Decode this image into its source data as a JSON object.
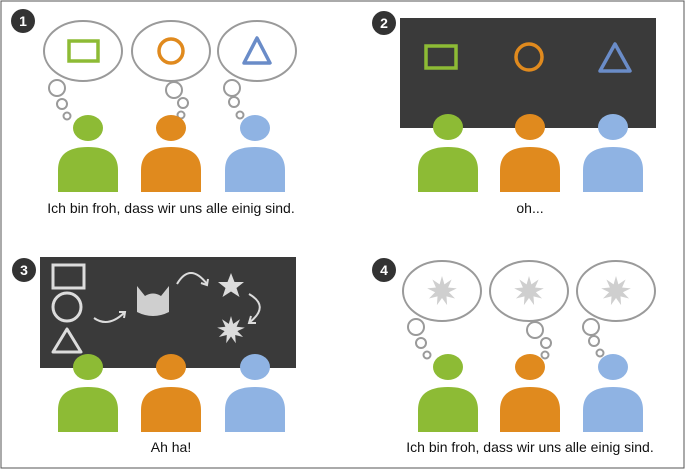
{
  "panels": [
    {
      "number": "1",
      "caption": "Ich bin froh, dass wir uns alle einig sind."
    },
    {
      "number": "2",
      "caption": "oh..."
    },
    {
      "number": "3",
      "caption": "Ah ha!"
    },
    {
      "number": "4",
      "caption": "Ich bin froh, dass wir uns alle einig sind."
    }
  ],
  "colors": {
    "green": "#8dbb35",
    "orange": "#e08a1e",
    "blue": "#8fb3e3",
    "board": "#3a3a3a",
    "bubble_stroke": "#9a9a9a",
    "sketch": "#dcdcdc",
    "badge": "#333333"
  },
  "icons": {
    "shapes": [
      "rectangle-icon",
      "circle-icon",
      "triangle-icon"
    ],
    "idea": "burst-star-icon",
    "transform": "cat-head-icon"
  }
}
